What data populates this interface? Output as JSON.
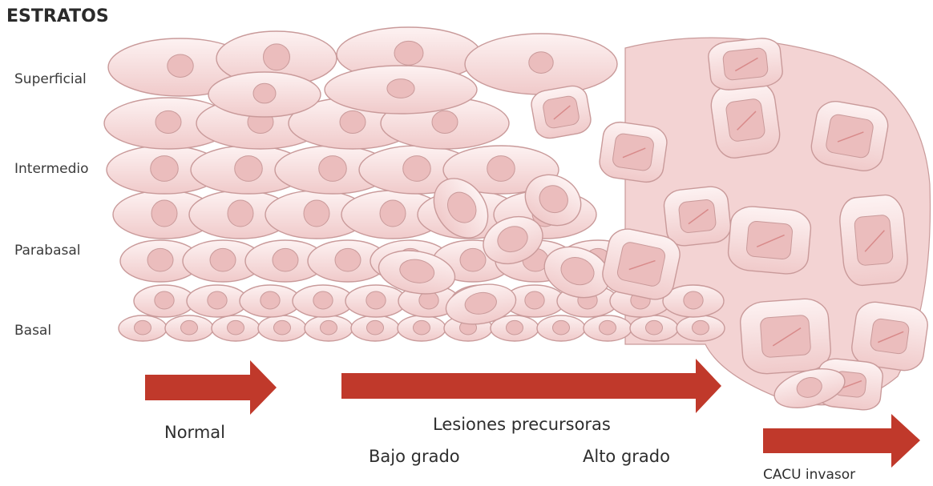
{
  "title": "ESTRATOS",
  "strata": {
    "superficial": "Superficial",
    "intermedio": "Intermedio",
    "parabasal": "Parabasal",
    "basal": "Basal"
  },
  "stages": {
    "normal": "Normal",
    "lesiones": "Lesiones precursoras",
    "bajo": "Bajo grado",
    "alto": "Alto grado",
    "cacu": "CACU invasor"
  },
  "colors": {
    "cell_fill": "#f6d9d9",
    "cell_stroke": "#c99a9a",
    "nucleus_fill": "#ebbdbd",
    "arrow": "#c0392b"
  }
}
